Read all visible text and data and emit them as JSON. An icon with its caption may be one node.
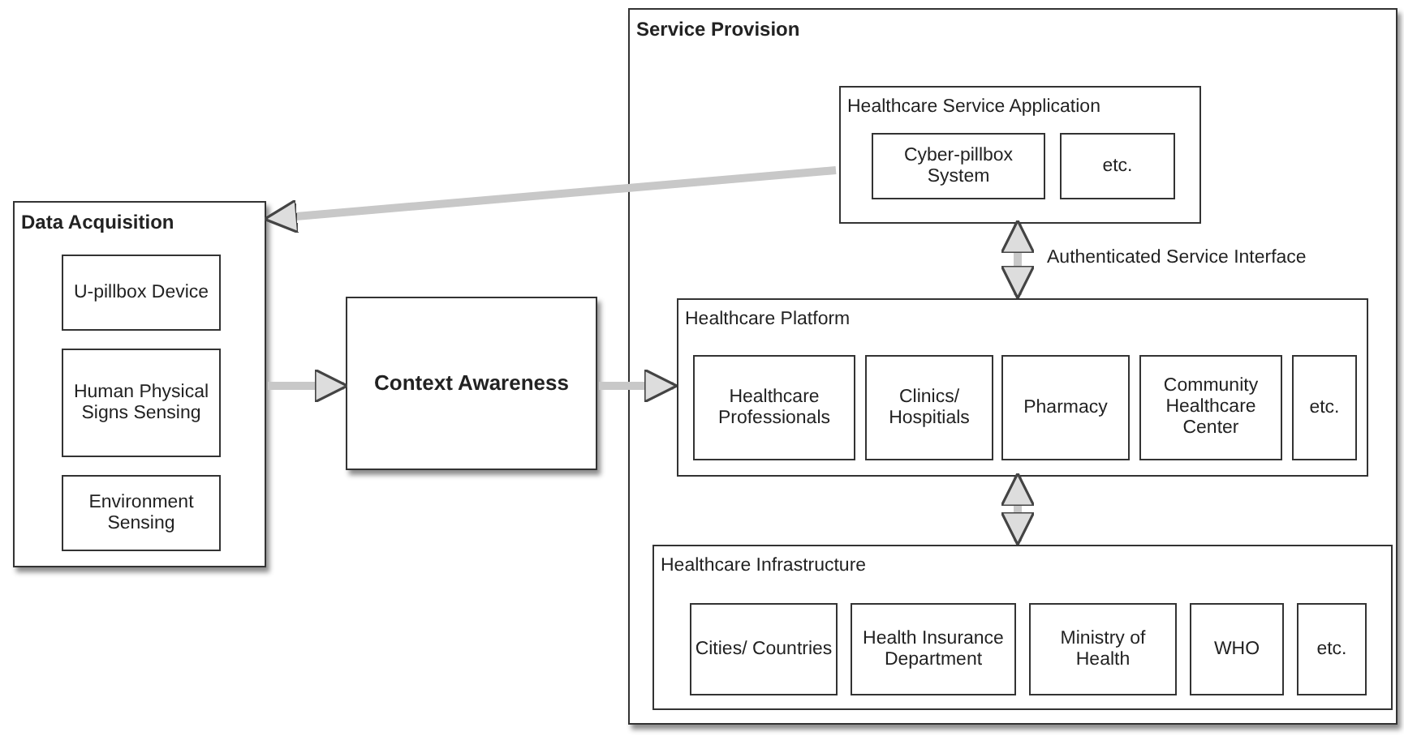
{
  "diagram": {
    "nodes": [
      {
        "text": [
          "Data Acquisition"
        ]
      },
      {
        "text": [
          "U-pillbox Device"
        ],
        "in": 0
      },
      {
        "text": [
          "Human Physical Signs Sensing"
        ],
        "in": 0
      },
      {
        "text": [
          "Environment Sensing"
        ],
        "in": 0
      },
      {
        "text": [
          "Context Awareness"
        ]
      },
      {
        "text": [
          "Service Provision"
        ]
      },
      {
        "text": [
          "Healthcare Service Application"
        ],
        "in": 5
      },
      {
        "text": [
          "Cyber-pillbox System"
        ],
        "in": 6
      },
      {
        "text": [
          "etc."
        ],
        "in": 6
      },
      {
        "text": [
          "Healthcare Platform"
        ],
        "in": 5
      },
      {
        "text": [
          "Healthcare Professionals"
        ],
        "in": 9
      },
      {
        "text": [
          "Clinics/ Hospitials"
        ],
        "in": 9
      },
      {
        "text": [
          "Pharmacy"
        ],
        "in": 9
      },
      {
        "text": [
          "Community Healthcare Center"
        ],
        "in": 9
      },
      {
        "text": [
          "etc."
        ],
        "in": 9
      },
      {
        "text": [
          "Healthcare Infrastructure"
        ],
        "in": 5
      },
      {
        "text": [
          "Cities/ Countries"
        ],
        "in": 15
      },
      {
        "text": [
          "Health Insurance Department"
        ],
        "in": 15
      },
      {
        "text": [
          "Ministry of Health"
        ],
        "in": 15
      },
      {
        "text": [
          "WHO"
        ],
        "in": 15
      },
      {
        "text": [
          "etc."
        ],
        "in": 15
      }
    ],
    "edges": [
      {
        "from": 6,
        "to": 0,
        "arrow": "to"
      },
      {
        "from": 0,
        "to": 4,
        "arrow": "to"
      },
      {
        "from": 4,
        "to": 9,
        "arrow": "to"
      },
      {
        "from": 6,
        "to": 9,
        "arrow": "both",
        "label": "Authenticated Service Interface"
      },
      {
        "from": 9,
        "to": 15,
        "arrow": "both"
      }
    ]
  }
}
